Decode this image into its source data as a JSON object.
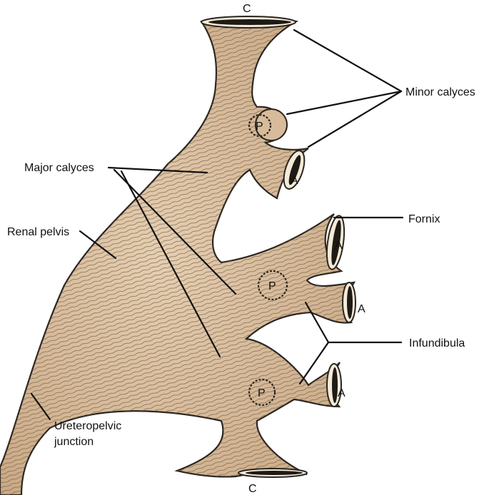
{
  "labels": {
    "c_top": "C",
    "c_bottom": "C",
    "minor_calyces": "Minor calyces",
    "major_calyces": "Major calyces",
    "renal_pelvis": "Renal pelvis",
    "fornix": "Fornix",
    "infundibula": "Infundibula",
    "ureteropelvic_line1": "Ureteropelvic",
    "ureteropelvic_line2": "junction",
    "p_upper": "P",
    "p_middle": "P",
    "p_lower": "P",
    "a_upper": "A",
    "a_middle_top": "A",
    "a_middle_bottom": "A",
    "a_lower": "A"
  },
  "colors": {
    "tissue": "#d8bb9a",
    "tissue_light": "#e6cfb2",
    "outline": "#2a2520",
    "hatch": "#6e5a45"
  }
}
